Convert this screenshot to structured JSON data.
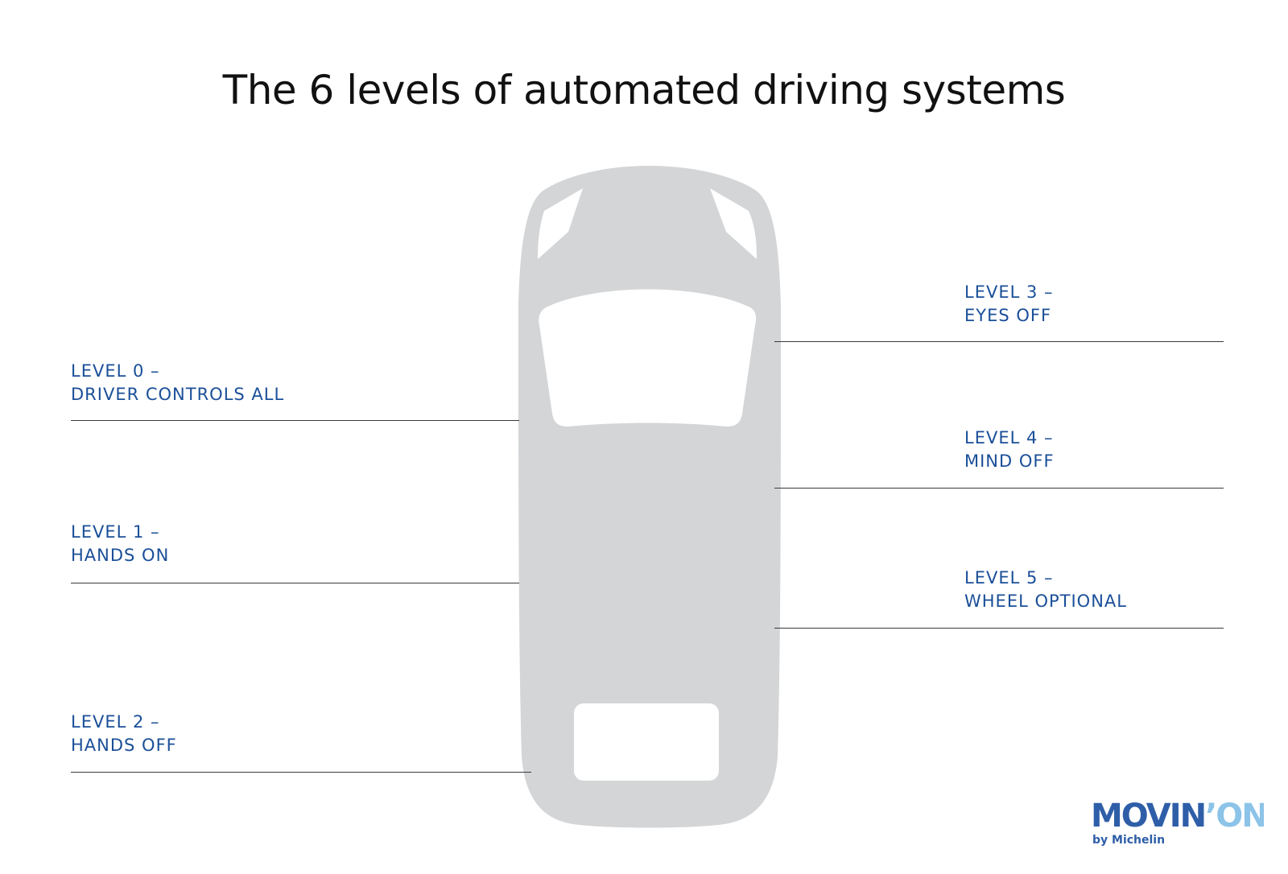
{
  "title": "The 6 levels of automated driving systems",
  "colors": {
    "label": "#1a4f98",
    "car_body": "#d3d5d7",
    "rule": "#3a3a3a",
    "logo_dark": "#2e5ea8",
    "logo_light": "#8cc3e8"
  },
  "levels": [
    {
      "level": "LEVEL 0 –",
      "name": "DRIVER CONTROLS ALL"
    },
    {
      "level": "LEVEL 1 –",
      "name": "HANDS ON"
    },
    {
      "level": "LEVEL 2 –",
      "name": "HANDS OFF"
    },
    {
      "level": "LEVEL 3 –",
      "name": "EYES OFF"
    },
    {
      "level": "LEVEL 4 –",
      "name": "MIND OFF"
    },
    {
      "level": "LEVEL 5 –",
      "name": "WHEEL OPTIONAL"
    }
  ],
  "logo": {
    "main_dark": "MOVIN",
    "main_light": "’ON",
    "tagline": "by Michelin"
  }
}
